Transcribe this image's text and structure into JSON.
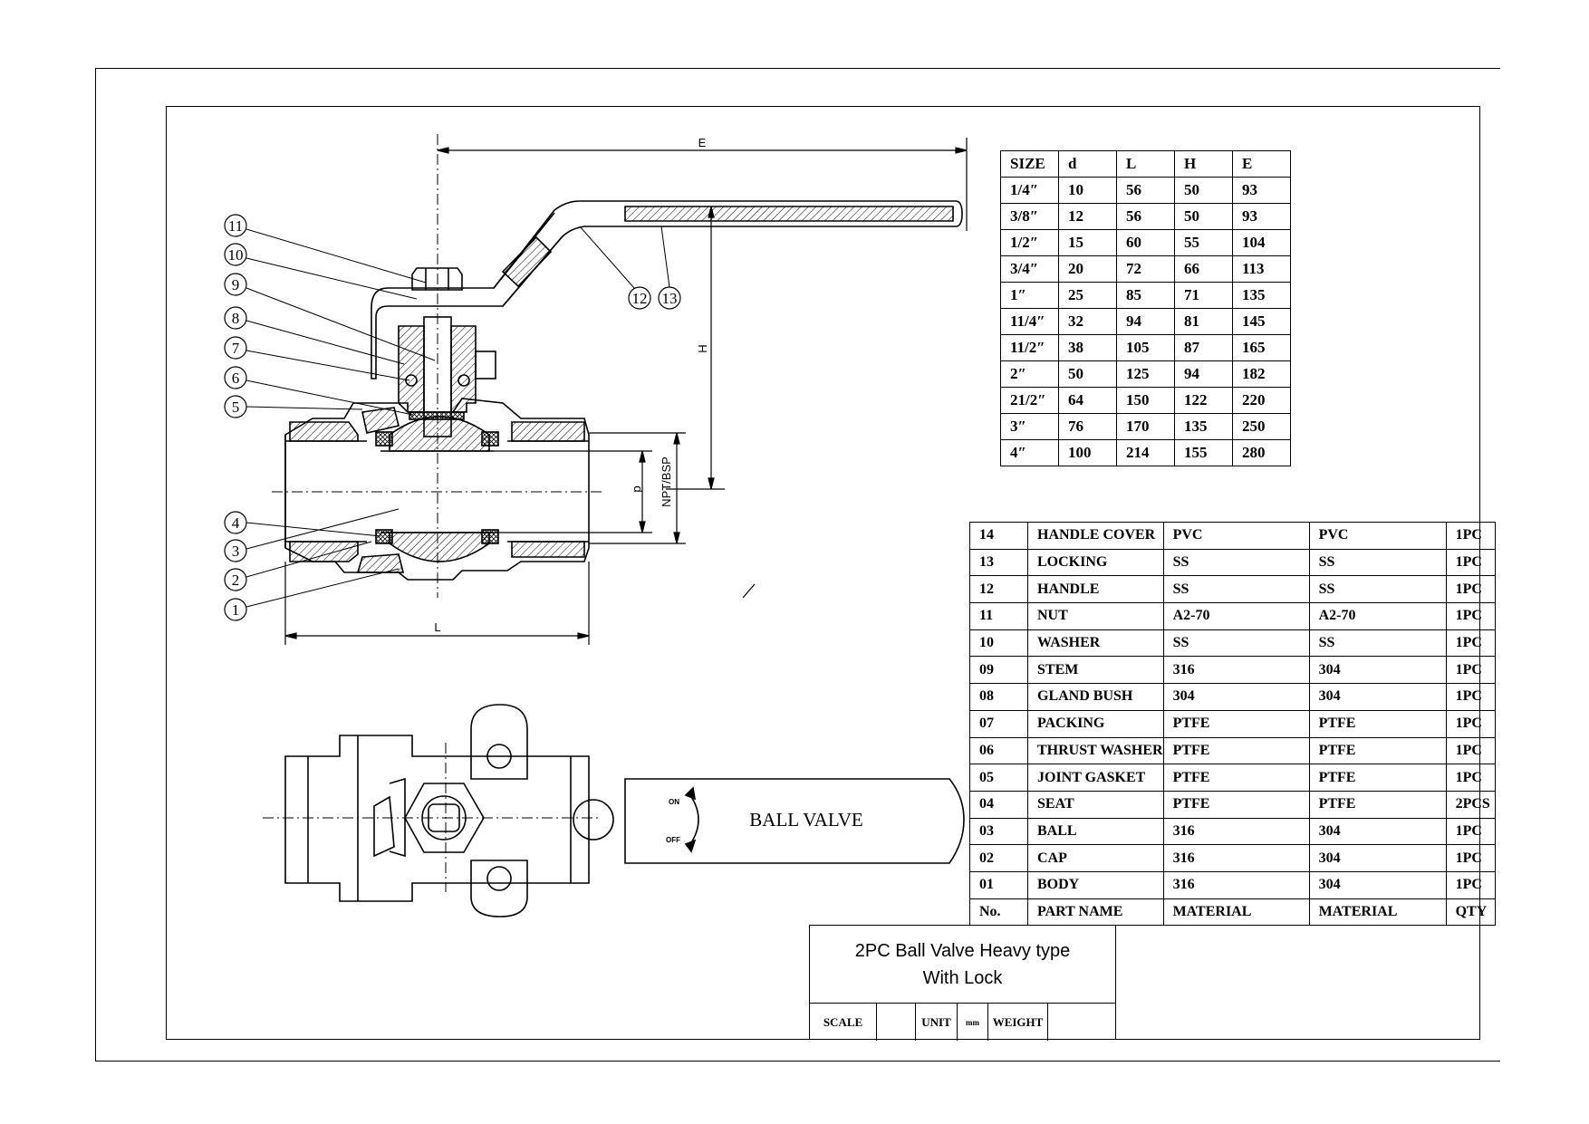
{
  "size_table": {
    "headers": [
      "SIZE",
      "d",
      "L",
      "H",
      "E"
    ],
    "rows": [
      [
        "1/4″",
        "10",
        "56",
        "50",
        "93"
      ],
      [
        "3/8″",
        "12",
        "56",
        "50",
        "93"
      ],
      [
        "1/2″",
        "15",
        "60",
        "55",
        "104"
      ],
      [
        "3/4″",
        "20",
        "72",
        "66",
        "113"
      ],
      [
        "1″",
        "25",
        "85",
        "71",
        "135"
      ],
      [
        "11/4″",
        "32",
        "94",
        "81",
        "145"
      ],
      [
        "11/2″",
        "38",
        "105",
        "87",
        "165"
      ],
      [
        "2″",
        "50",
        "125",
        "94",
        "182"
      ],
      [
        "21/2″",
        "64",
        "150",
        "122",
        "220"
      ],
      [
        "3″",
        "76",
        "170",
        "135",
        "250"
      ],
      [
        "4″",
        "100",
        "214",
        "155",
        "280"
      ]
    ]
  },
  "parts_table": {
    "rows": [
      [
        "14",
        "HANDLE COVER",
        "PVC",
        "PVC",
        "1PC"
      ],
      [
        "13",
        "LOCKING",
        "SS",
        "SS",
        "1PC"
      ],
      [
        "12",
        "HANDLE",
        "SS",
        "SS",
        "1PC"
      ],
      [
        "11",
        "NUT",
        "A2-70",
        "A2-70",
        "1PC"
      ],
      [
        "10",
        "WASHER",
        "SS",
        "SS",
        "1PC"
      ],
      [
        "09",
        "STEM",
        "316",
        "304",
        "1PC"
      ],
      [
        "08",
        "GLAND BUSH",
        "304",
        "304",
        "1PC"
      ],
      [
        "07",
        "PACKING",
        "PTFE",
        "PTFE",
        "1PC"
      ],
      [
        "06",
        "THRUST WASHER",
        "PTFE",
        "PTFE",
        "1PC"
      ],
      [
        "05",
        "JOINT GASKET",
        "PTFE",
        "PTFE",
        "1PC"
      ],
      [
        "04",
        "SEAT",
        "PTFE",
        "PTFE",
        "2PCS"
      ],
      [
        "03",
        "BALL",
        "316",
        "304",
        "1PC"
      ],
      [
        "02",
        "CAP",
        "316",
        "304",
        "1PC"
      ],
      [
        "01",
        "BODY",
        "316",
        "304",
        "1PC"
      ]
    ],
    "footer": [
      "No.",
      "PART NAME",
      "MATERIAL",
      "MATERIAL",
      "QTY"
    ]
  },
  "title_block": {
    "title_line1": "2PC Ball Valve Heavy type",
    "title_line2": "With Lock",
    "scale_label": "SCALE",
    "unit_label": "UNIT",
    "unit_value": "mm",
    "weight_label": "WEIGHT"
  },
  "drawing": {
    "dim_E": "E",
    "dim_H": "H",
    "dim_L": "L",
    "dim_d": "d",
    "thread_label": "NPT/BSP",
    "handle_label": "BALL VALVE",
    "on_label": "ON",
    "off_label": "OFF",
    "callouts": [
      "1",
      "2",
      "3",
      "4",
      "5",
      "6",
      "7",
      "8",
      "9",
      "10",
      "11",
      "12",
      "13"
    ]
  }
}
